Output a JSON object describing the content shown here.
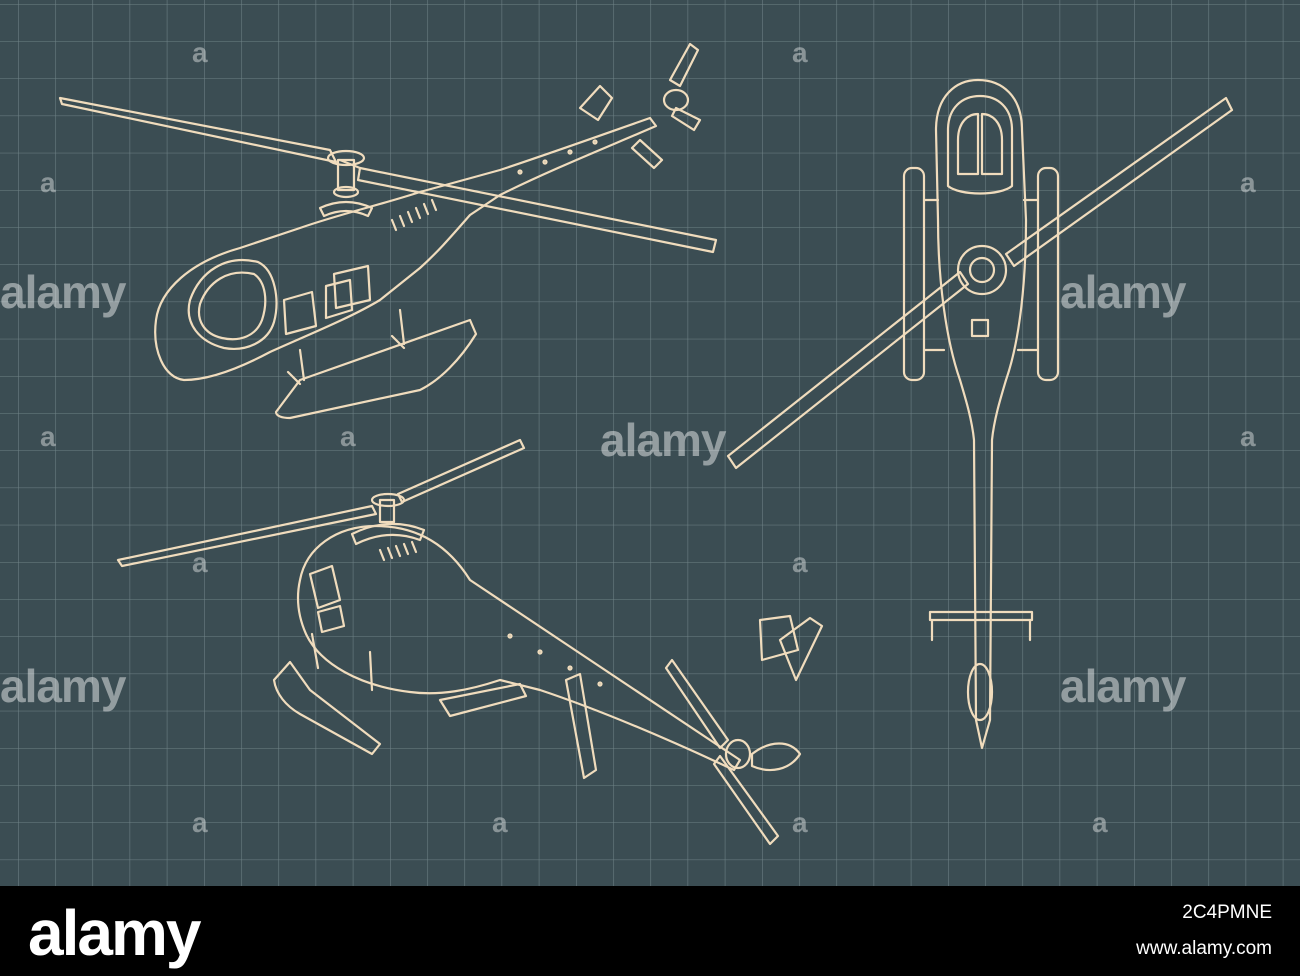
{
  "colors": {
    "background": "#3b4d53",
    "grid_line": "#6f8286",
    "drawing_stroke": "#f0dcbd",
    "footer": "#000000"
  },
  "watermark": {
    "text": "alamy",
    "small_mark": "a"
  },
  "footer": {
    "logo": "alamy",
    "image_id": "2C4PMNE",
    "site": "www.alamy.com"
  },
  "icons": [
    "helicopter-perspective-front-drawing",
    "helicopter-perspective-rear-drawing",
    "helicopter-top-view-drawing"
  ]
}
